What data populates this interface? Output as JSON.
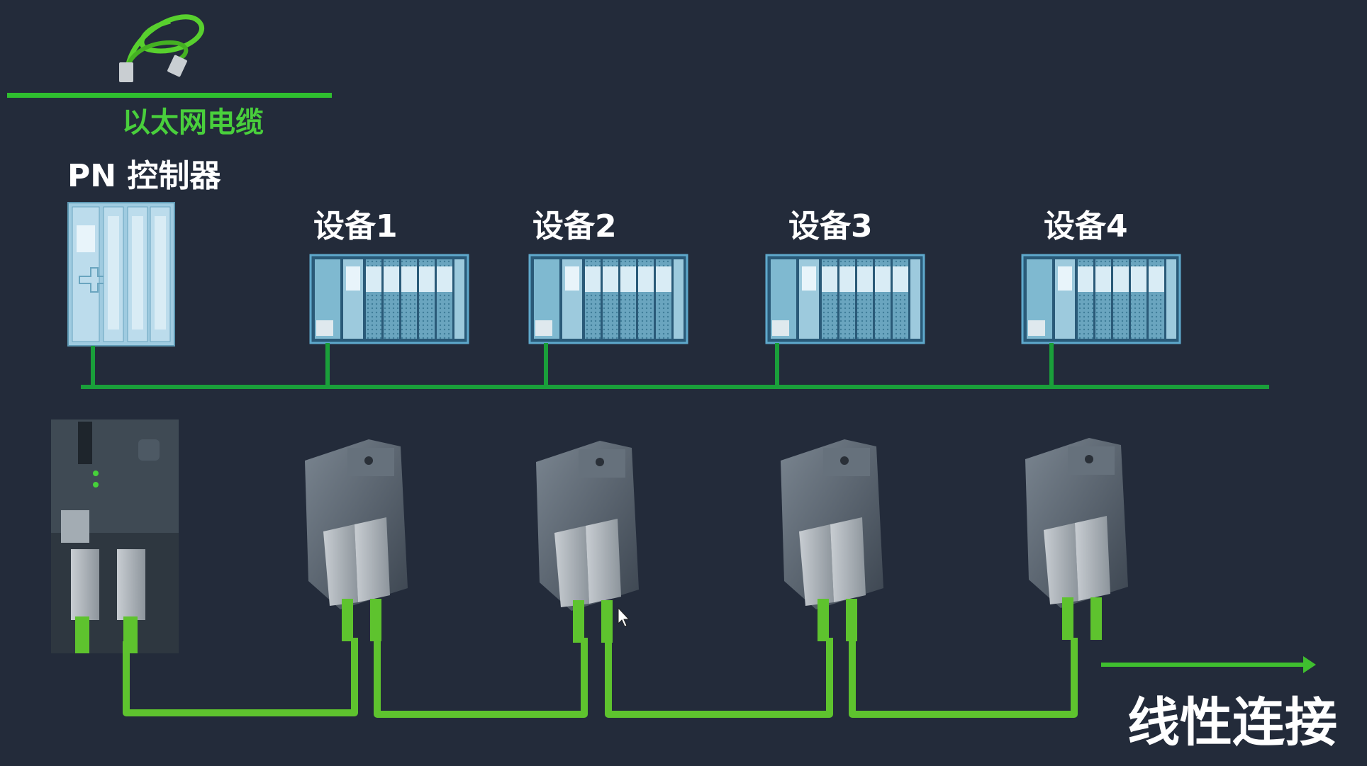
{
  "top_clipped_text": "...",
  "cable": {
    "label": "以太网电缆"
  },
  "controller": {
    "label": "PN 控制器"
  },
  "devices": [
    {
      "label": "设备1"
    },
    {
      "label": "设备2"
    },
    {
      "label": "设备3"
    },
    {
      "label": "设备4"
    }
  ],
  "connection_type": {
    "label": "线性连接"
  },
  "colors": {
    "background": "#232b3a",
    "bus_green": "#1a9f3a",
    "cable_green": "#5ec32e",
    "label_green": "#49cf3c",
    "module_blue": "#7fb9d0"
  }
}
